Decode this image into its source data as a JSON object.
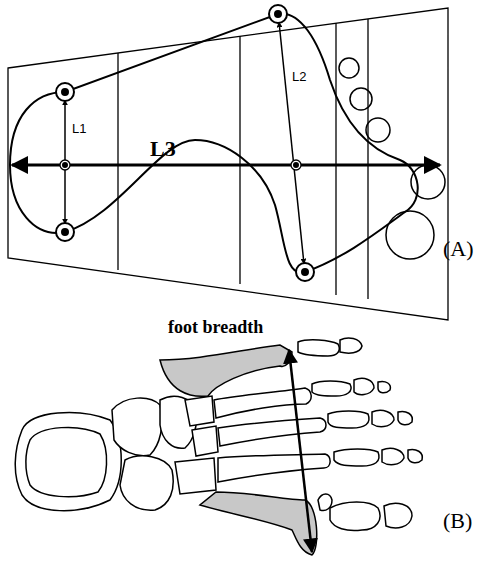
{
  "diagram": {
    "labels": [
      "L1",
      "L3",
      "L2",
      "(A)",
      "foot breadth",
      "(B)"
    ]
  }
}
